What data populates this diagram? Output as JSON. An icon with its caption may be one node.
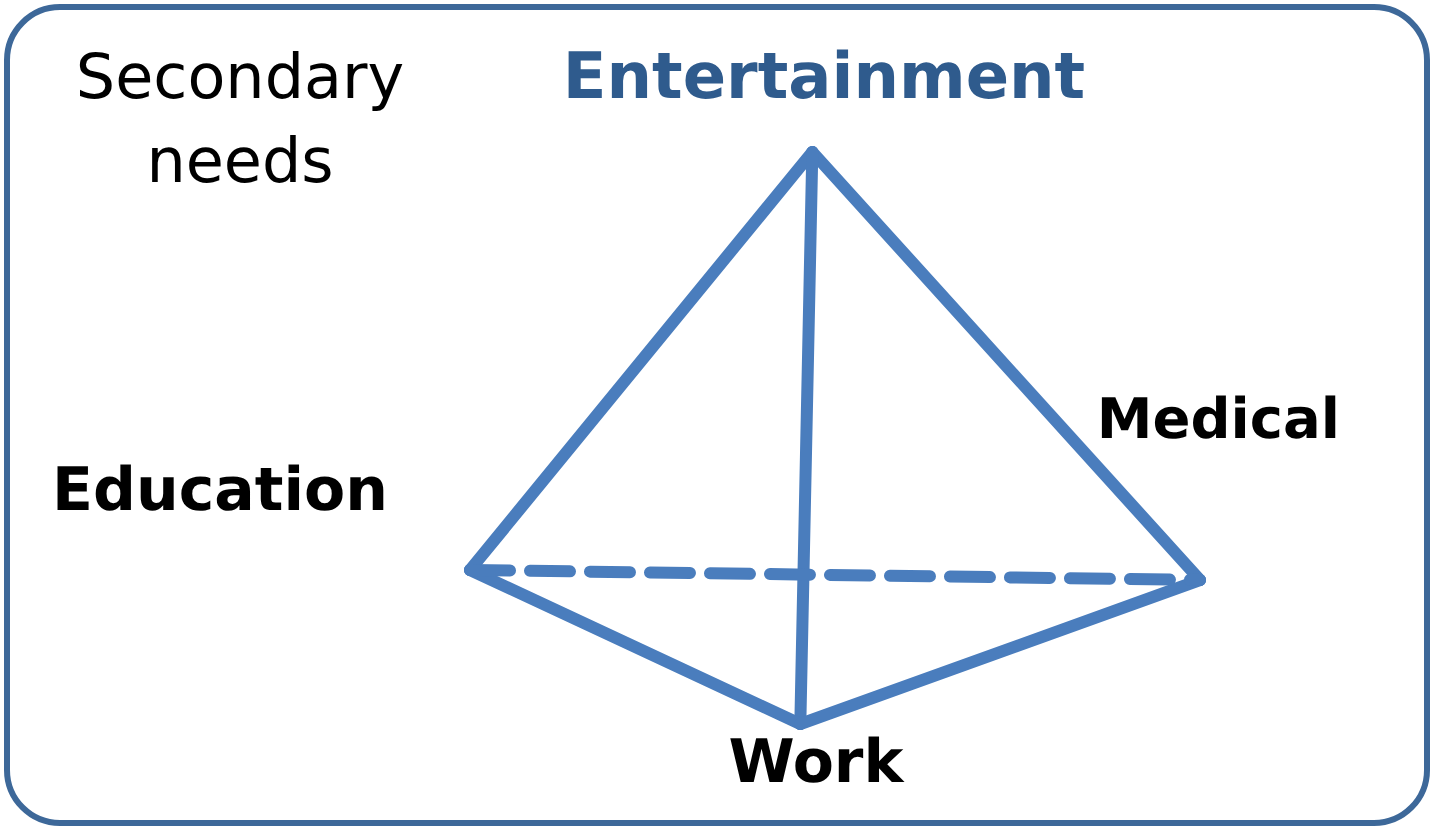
{
  "diagram": {
    "nodes": [
      {
        "text": [
          "Secondary needs"
        ]
      },
      {
        "text": [
          "Entertainment"
        ],
        "in": 0
      },
      {
        "text": [
          "Education"
        ],
        "in": 0
      },
      {
        "text": [
          "Medical"
        ],
        "in": 0
      },
      {
        "text": [
          "Work"
        ],
        "in": 0
      }
    ],
    "edges": [
      {
        "from": 1,
        "to": 2,
        "arrow": "none"
      },
      {
        "from": 1,
        "to": 3,
        "arrow": "none"
      },
      {
        "from": 1,
        "to": 4,
        "arrow": "none"
      },
      {
        "from": 2,
        "to": 4,
        "arrow": "none"
      },
      {
        "from": 4,
        "to": 3,
        "arrow": "none"
      },
      {
        "from": 2,
        "to": 3,
        "arrow": "none",
        "style": "dashed"
      }
    ]
  }
}
